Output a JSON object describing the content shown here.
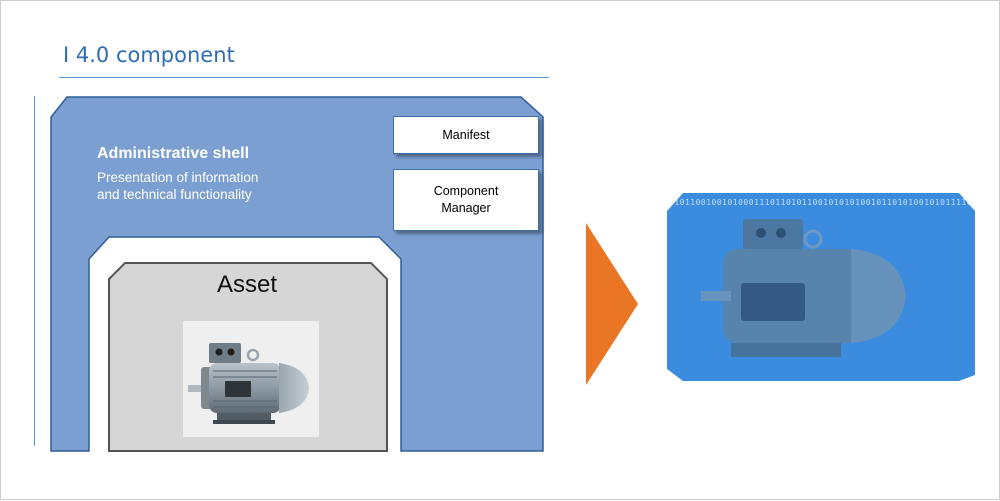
{
  "header": {
    "title": "I 4.0 component"
  },
  "shell": {
    "title": "Administrative shell",
    "subtitle_line1": "Presentation of information",
    "subtitle_line2": "and technical functionality",
    "manifest_label": "Manifest",
    "component_manager_line1": "Component",
    "component_manager_line2": "Manager"
  },
  "asset": {
    "label": "Asset"
  },
  "colors": {
    "shell_fill": "#7b9fd1",
    "shell_border": "#2f5e9a",
    "asset_fill": "#d6d6d6",
    "arrow": "#ea7525",
    "digital_bg": "#3b8cde",
    "title_color": "#2e6db4"
  },
  "icons": {
    "motor": "electric-motor-icon",
    "arrow": "play-arrow-icon"
  }
}
